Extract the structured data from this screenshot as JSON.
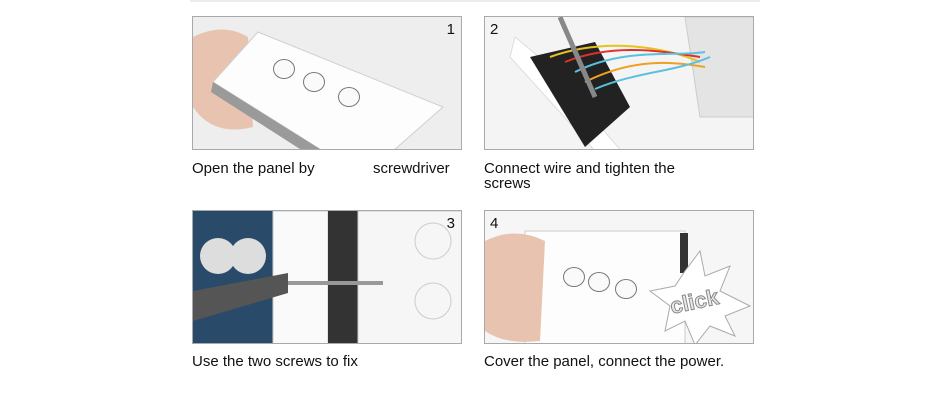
{
  "steps": [
    {
      "number": "1",
      "caption_part1": "Open the panel by",
      "caption_part2": "screwdriver"
    },
    {
      "number": "2",
      "caption_line1": "Connect wire and tighten the",
      "caption_line2": "screws"
    },
    {
      "number": "3",
      "caption": "Use the two screws to fix"
    },
    {
      "number": "4",
      "caption": "Cover the panel, connect the power.",
      "badge": "click"
    }
  ],
  "colors": {
    "border": "#a9a9a9",
    "text": "#111111"
  }
}
